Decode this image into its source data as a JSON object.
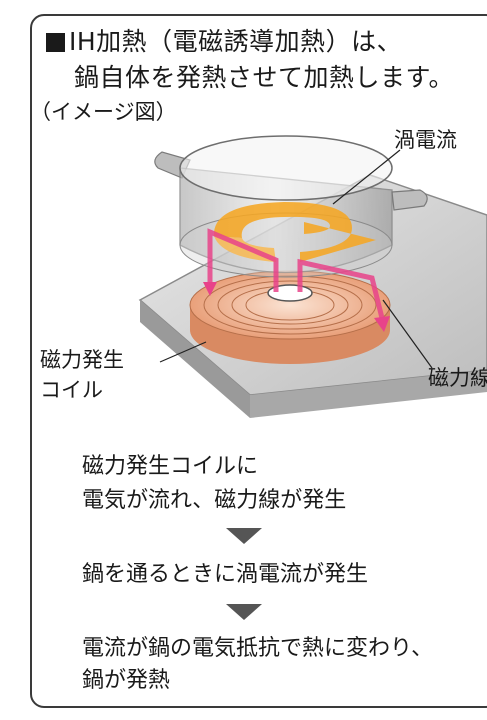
{
  "heading": {
    "line1": "IH加熱（電磁誘導加熱）は、",
    "line2": "鍋自体を発熱させて加熱します。"
  },
  "subtitle": "（イメージ図）",
  "labels": {
    "eddy_current": "渦電流",
    "coil_line1": "磁力発生",
    "coil_line2": "コイル",
    "magnetic_line": "磁力線"
  },
  "steps": {
    "step1_line1": "磁力発生コイルに",
    "step1_line2": "電気が流れ、磁力線が発生",
    "step2": "鍋を通るときに渦電流が発生",
    "step3_line1": "電流が鍋の電気抵抗で熱に変わり、",
    "step3_line2": "鍋が発熱"
  },
  "colors": {
    "eddy_arrow": "#f5a623",
    "magnetic_arrow": "#e8438a",
    "coil": "#e9a07a",
    "plate": "#cfcfcf"
  }
}
